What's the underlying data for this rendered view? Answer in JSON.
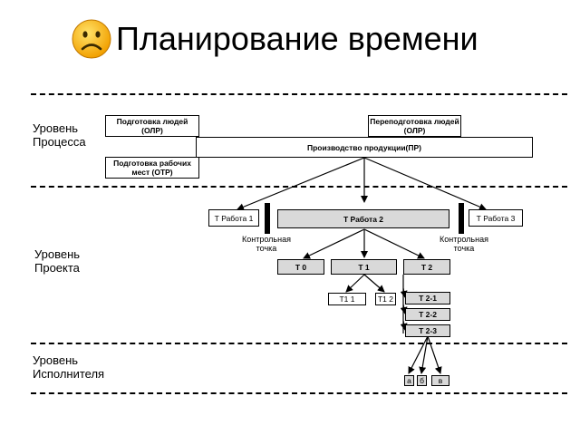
{
  "title": "Планирование времени",
  "levels": {
    "process": "Уровень Процесса",
    "process_line1": "Уровень",
    "process_line2": "Процесса",
    "project_line1": "Уровень",
    "project_line2": "Проекта",
    "executor_line1": "Уровень",
    "executor_line2": "Исполнителя"
  },
  "process_boxes": {
    "training": "Подготовка людей (ОЛР)",
    "retraining": "Переподготовка людей (ОЛР)",
    "production": "Производство продукции(ПР)",
    "workplaces": "Подготовка рабочих мест (ОТР)"
  },
  "project_boxes": {
    "work1": "Т Работа 1",
    "work2": "Т Работа 2",
    "work3": "Т Работа 3",
    "t0": "Т 0",
    "t1": "Т 1",
    "t2": "Т 2",
    "t11": "Т1 1",
    "t12": "Т1 2",
    "t21": "Т 2-1",
    "t22": "Т 2-2",
    "t23": "Т 2-3"
  },
  "checkpoint": {
    "line1": "Контрольная",
    "line2": "точка"
  },
  "executor_boxes": {
    "a": "а",
    "b": "б",
    "v": "в"
  },
  "icons": [
    "sad-face-icon"
  ]
}
